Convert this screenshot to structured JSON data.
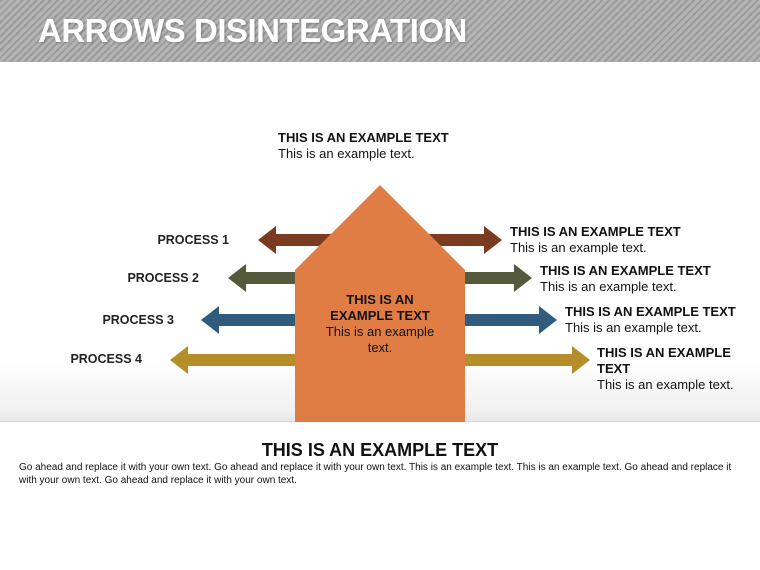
{
  "header": {
    "title": "ARROWS DISINTEGRATION"
  },
  "top": {
    "heading": "THIS IS AN EXAMPLE TEXT",
    "body": "This is an example text."
  },
  "center": {
    "heading": "THIS IS AN EXAMPLE TEXT",
    "body": "This is an example text."
  },
  "processes": [
    {
      "label": "PROCESS 1",
      "heading": "THIS IS AN EXAMPLE TEXT",
      "body": "This is an example text.",
      "color": "#7a3b1e"
    },
    {
      "label": "PROCESS 2",
      "heading": "THIS IS AN EXAMPLE TEXT",
      "body": "This is an example text.",
      "color": "#555a3c"
    },
    {
      "label": "PROCESS 3",
      "heading": "THIS IS AN EXAMPLE TEXT",
      "body": "This is an example text.",
      "color": "#2f5c7e"
    },
    {
      "label": "PROCESS 4",
      "heading": "THIS IS AN EXAMPLE TEXT",
      "body": "This is an example text.",
      "color": "#b58e2a"
    }
  ],
  "colors": {
    "house": "#e07d45"
  },
  "bottom": {
    "title": "THIS IS AN EXAMPLE TEXT",
    "body": "Go ahead and replace it with your own text. Go ahead and replace it with your own text. This is an example text. This is an example text. Go ahead and replace it with your own text. Go ahead and replace it with your own text."
  }
}
